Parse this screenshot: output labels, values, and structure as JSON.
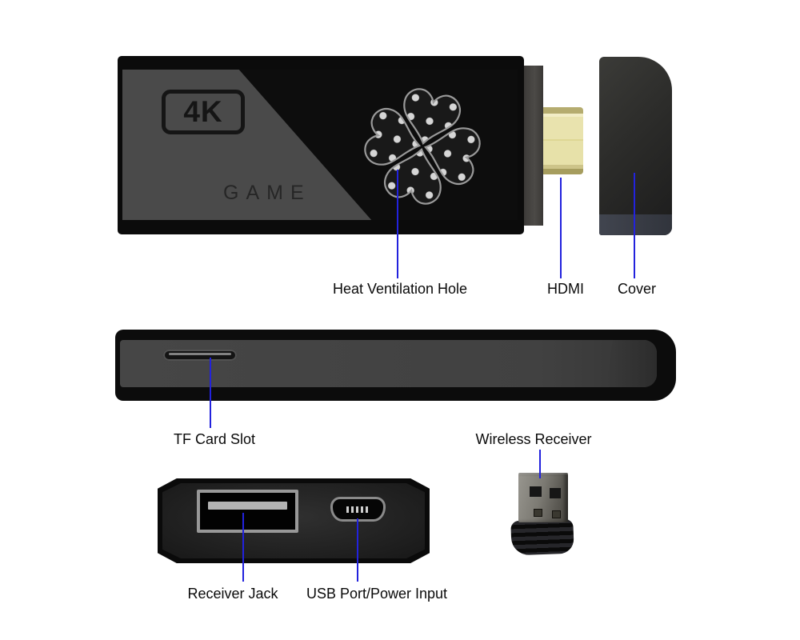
{
  "page": {
    "description": "4K game stick product parts diagram",
    "background": "#ffffff"
  },
  "stick_front": {
    "badge_label": "4K",
    "brand_label": "GAME"
  },
  "callouts": {
    "heat_ventilation_hole": "Heat Ventilation Hole",
    "hdmi": "HDMI",
    "cover": "Cover",
    "tf_card_slot": "TF Card Slot",
    "wireless_receiver": "Wireless Receiver",
    "receiver_jack": "Receiver Jack",
    "usb_port_power_input": "USB Port/Power Input"
  },
  "colors": {
    "annotation_line": "#2222dd",
    "label_text": "#0a0a0a",
    "body_gray": "#4a4a4a",
    "body_black": "#0d0d0d",
    "hdmi_gold": "#e9e3ae",
    "cover_band": "#3a3d46"
  }
}
